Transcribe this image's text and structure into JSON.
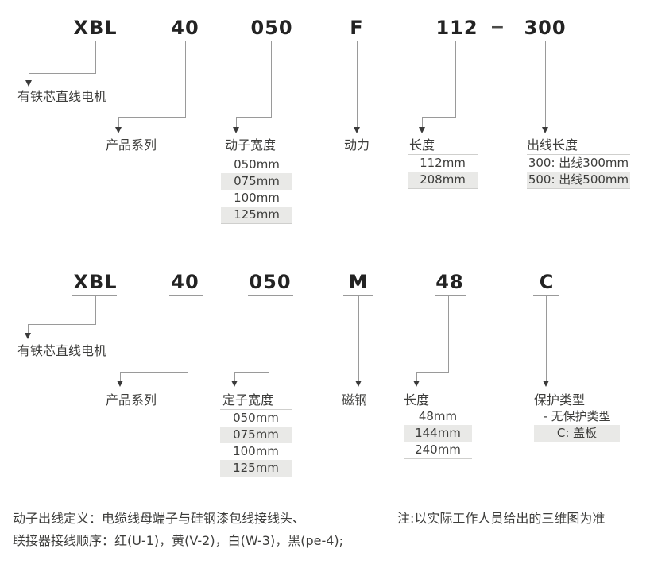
{
  "top": {
    "codes": [
      "XBL",
      "40",
      "050",
      "F",
      "112",
      "300"
    ],
    "dash": "−",
    "root_label": "有铁芯直线电机",
    "labels": [
      "产品系列",
      "动子宽度",
      "动力",
      "长度",
      "出线长度"
    ],
    "mover_width_options": [
      "050mm",
      "075mm",
      "100mm",
      "125mm"
    ],
    "length_options": [
      "112mm",
      "208mm"
    ],
    "lead_length_options": [
      "300: 出线300mm",
      "500: 出线500mm"
    ]
  },
  "bottom": {
    "codes": [
      "XBL",
      "40",
      "050",
      "M",
      "48",
      "C"
    ],
    "root_label": "有铁芯直线电机",
    "labels": [
      "产品系列",
      "定子宽度",
      "磁钢",
      "长度",
      "保护类型"
    ],
    "stator_width_options": [
      "050mm",
      "075mm",
      "100mm",
      "125mm"
    ],
    "length_options": [
      "48mm",
      "144mm",
      "240mm"
    ],
    "protection_options": [
      "- 无保护类型",
      "C: 盖板"
    ]
  },
  "footer": {
    "line1": "动子出线定义：电缆线母端子与硅钢漆包线接线头、",
    "line2": "联接器接线顺序：红(U-1)，黄(V-2)，白(W-3)，黑(pe-4);",
    "note": "注:以实际工作人员给出的三维图为准"
  },
  "colors": {
    "background": "#ffffff",
    "line": "#9a9a9a",
    "arrow": "#3a3a3a",
    "text": "#3d3d3b",
    "code_text": "#232323",
    "row_alt_bg": "#e9e9e7",
    "list_border": "#cfcfcd"
  }
}
